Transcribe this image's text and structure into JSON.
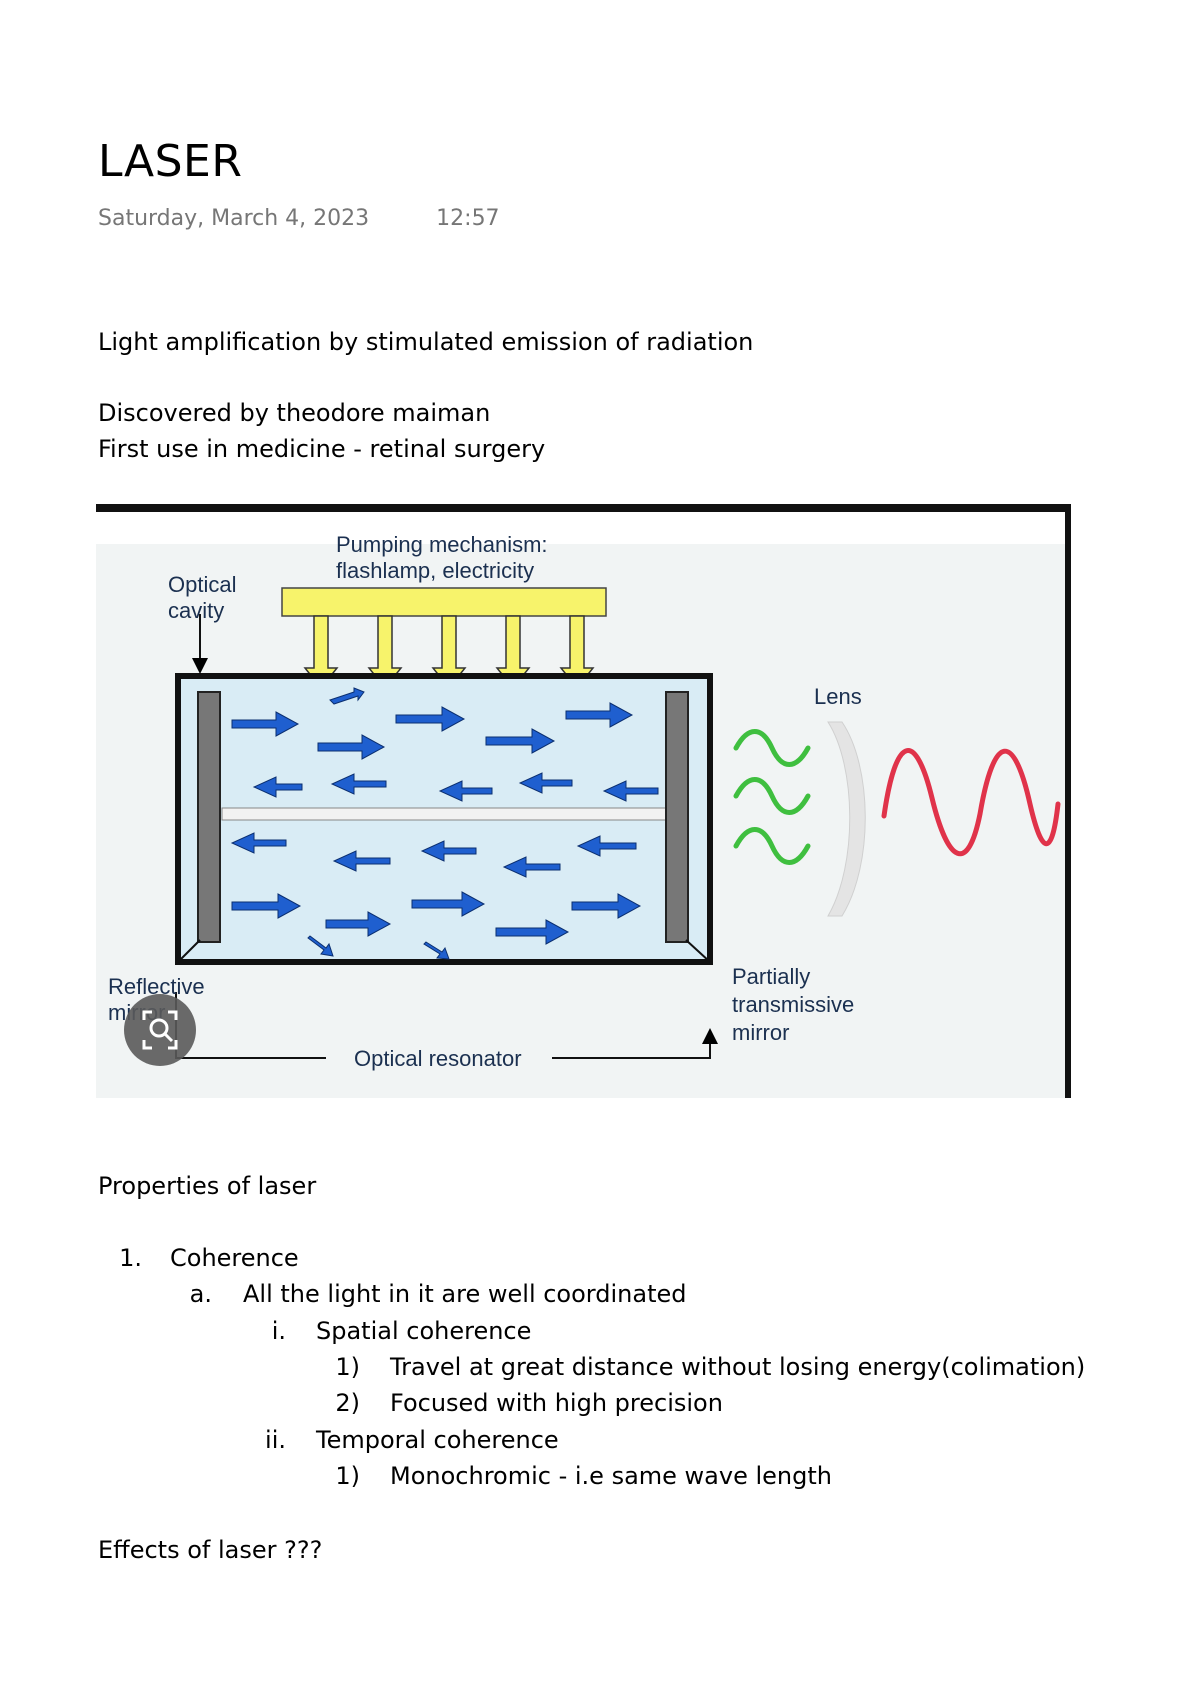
{
  "note": {
    "title": "LASER",
    "date": "Saturday, March 4, 2023",
    "time": "12:57"
  },
  "content": {
    "definition": "Light amplification by stimulated emission of radiation",
    "discovered": "Discovered by theodore maiman",
    "first_use": "First use in medicine - retinal surgery",
    "properties_heading": "Properties of laser",
    "effects_heading": "Effects of laser ???"
  },
  "diagram": {
    "label_pumping_1": "Pumping mechanism:",
    "label_pumping_2": "flashlamp, electricity",
    "label_cavity_1": "Optical",
    "label_cavity_2": "cavity",
    "label_lens": "Lens",
    "label_reflective_1": "Reflective",
    "label_reflective_2": "mirror",
    "label_partial_1": "Partially",
    "label_partial_2": "transmissive",
    "label_partial_3": "mirror",
    "label_resonator": "Optical resonator",
    "colors": {
      "cavity_fill": "#d9ecf5",
      "lamp_fill": "#f7f36b",
      "photon_arrow": "#1f5fcf",
      "green_wave": "#3fbf3f",
      "red_wave": "#e0334a",
      "mirror": "#777777"
    },
    "icons": [
      "visual-search-icon"
    ]
  },
  "properties": [
    {
      "marker": "1.",
      "text": "Coherence"
    },
    {
      "marker": "a.",
      "text": "All the light in it are well coordinated"
    },
    {
      "marker": "i.",
      "text": "Spatial coherence"
    },
    {
      "marker": "1)",
      "text": "Travel at great distance without losing energy(colimation)"
    },
    {
      "marker": "2)",
      "text": "Focused with high precision"
    },
    {
      "marker": "ii.",
      "text": "Temporal coherence"
    },
    {
      "marker": "1)",
      "text": "Monochromic - i.e same wave length"
    }
  ]
}
